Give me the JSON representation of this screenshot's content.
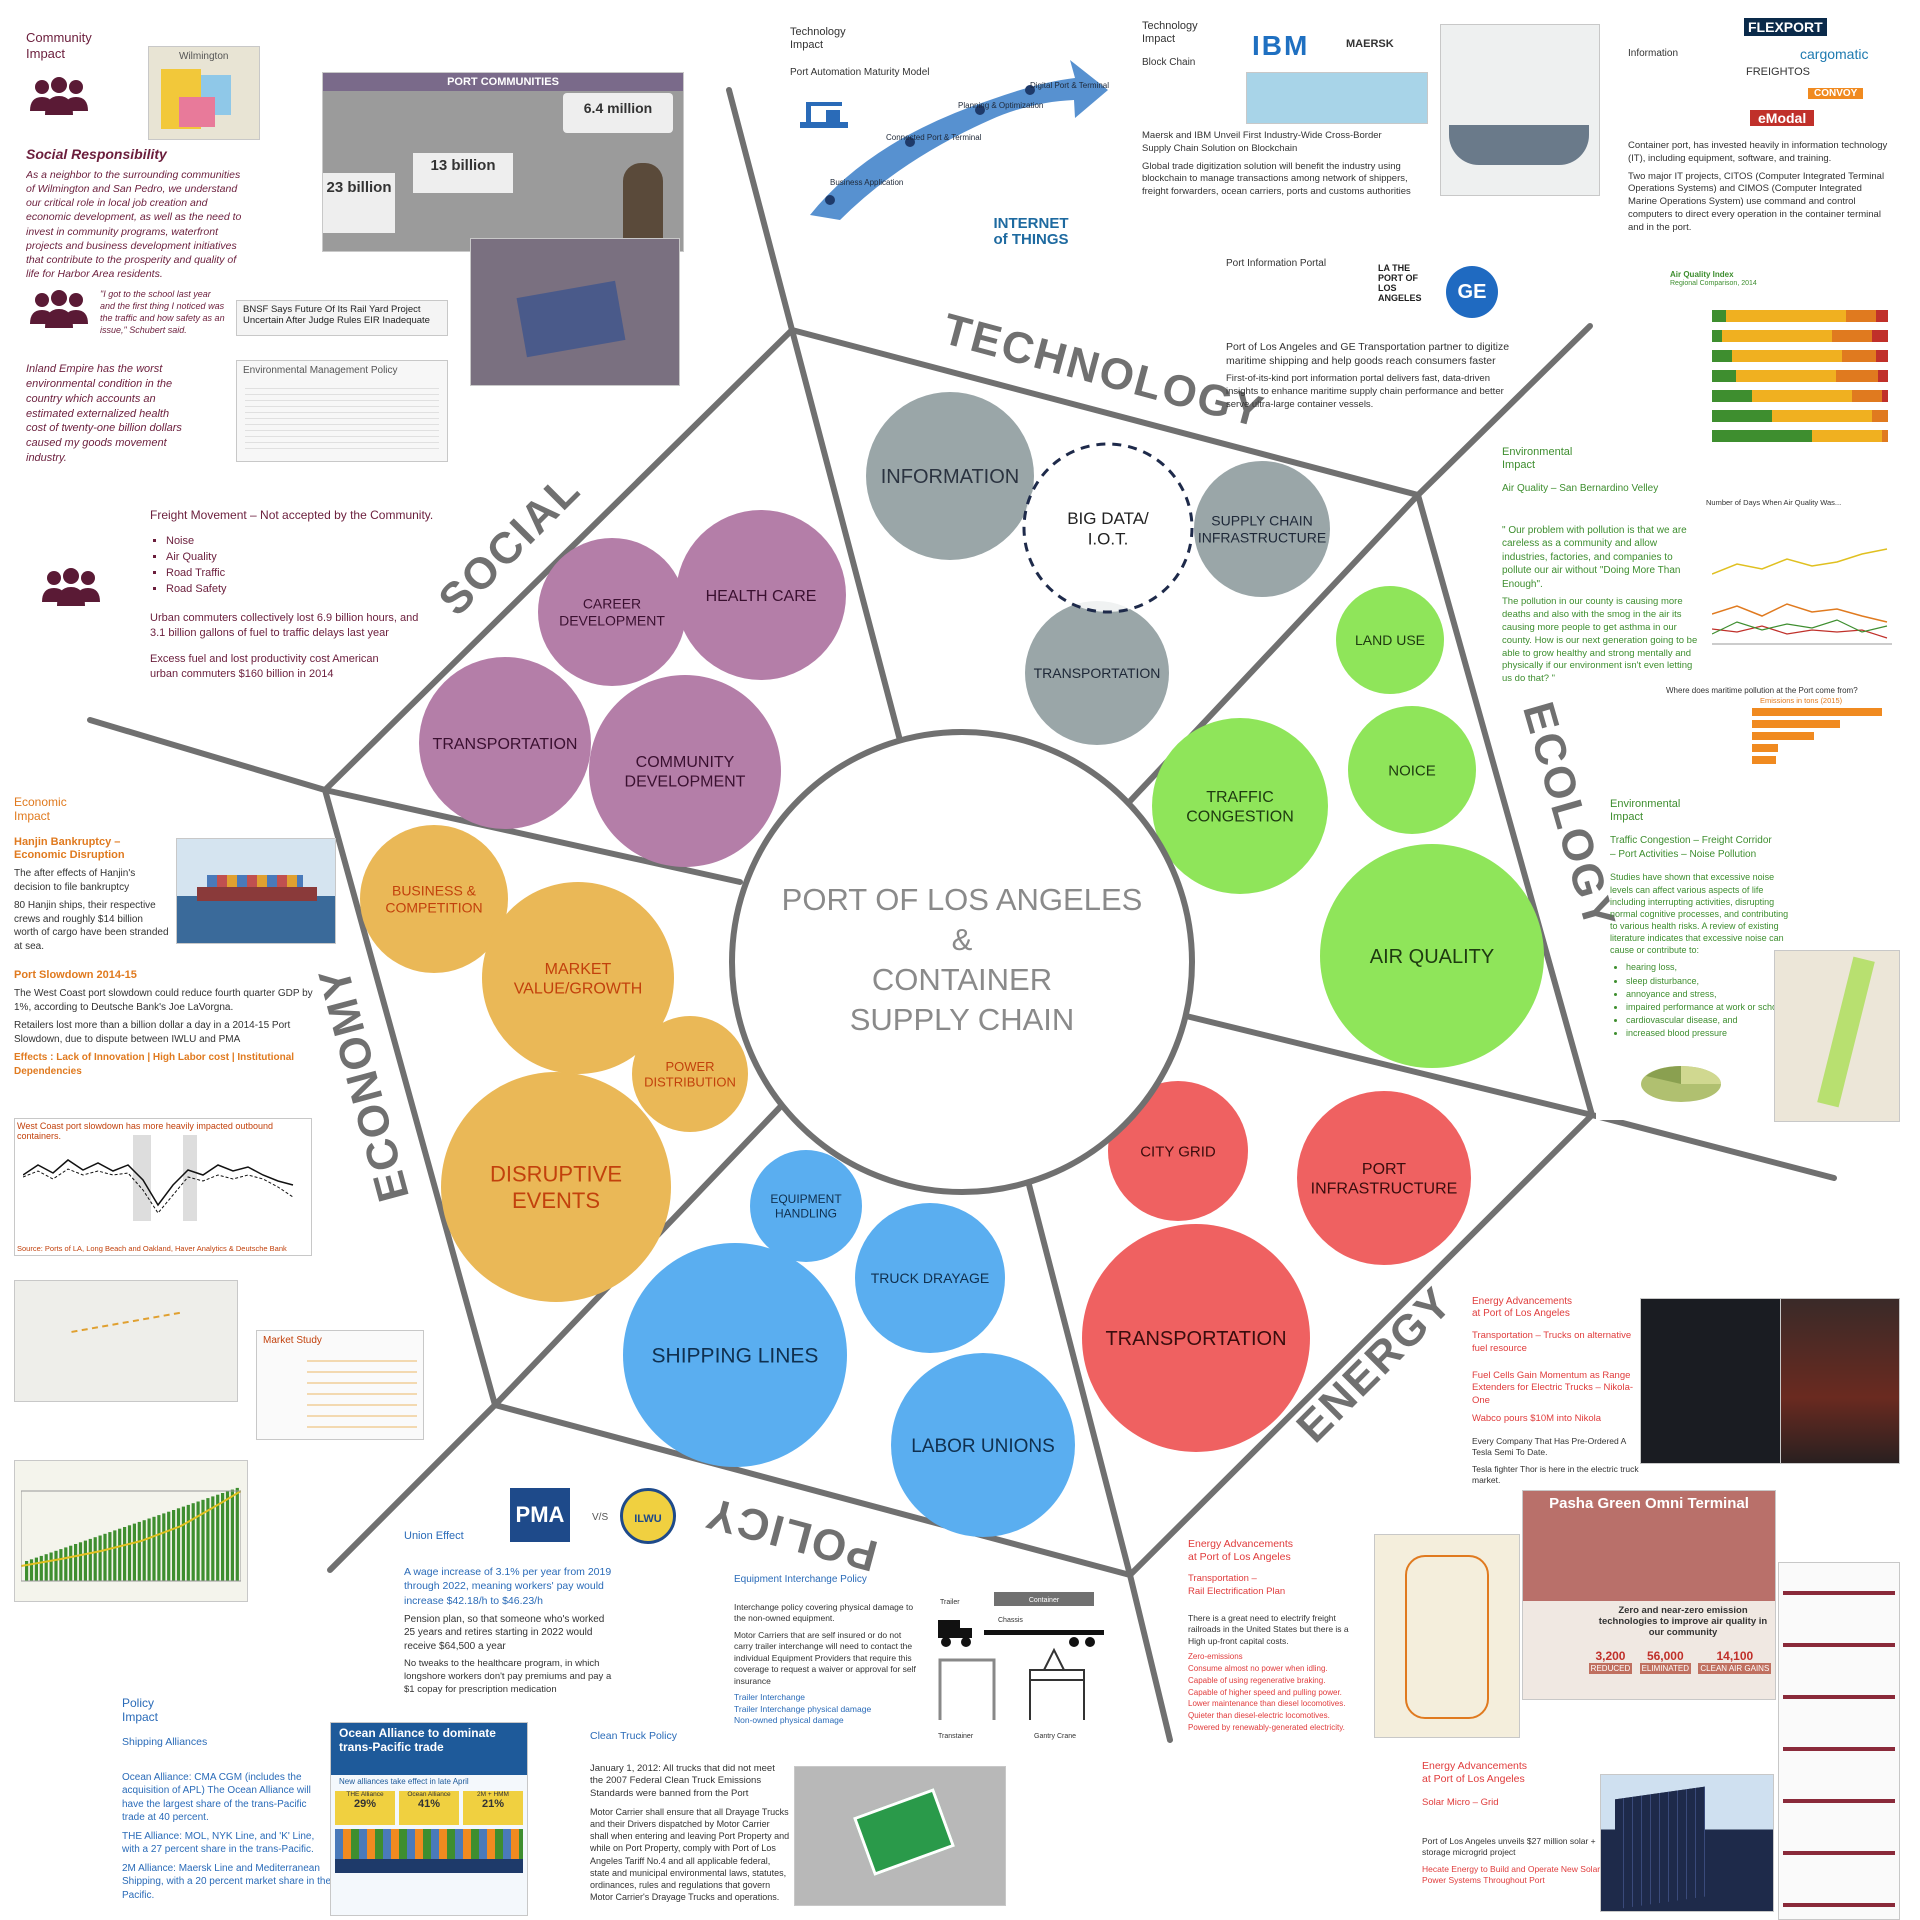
{
  "center": {
    "lines": [
      "PORT OF LOS ANGELES",
      "&",
      "CONTAINER",
      "SUPPLY CHAIN"
    ]
  },
  "sectors": {
    "technology": "TECHNOLOGY",
    "ecology": "ECOLOGY",
    "energy": "ENERGY",
    "policy": "POLICY",
    "economy": "ECONOMY",
    "social": "SOCIAL"
  },
  "bubbles": [
    {
      "id": "information",
      "lines": [
        "INFORMATION"
      ],
      "color": "#9aa6a8",
      "text_color": "#2b3340",
      "size": 20
    },
    {
      "id": "big-data",
      "lines": [
        "BIG DATA/",
        "I.O.T."
      ],
      "color": "#ffffff",
      "text_color": "#222222",
      "size": 17,
      "dashed": true
    },
    {
      "id": "supply-chain-infrastructure",
      "lines": [
        "SUPPLY CHAIN",
        "INFRASTRUCTURE"
      ],
      "color": "#9aa6a8",
      "text_color": "#1e2838",
      "size": 14
    },
    {
      "id": "transportation-tech",
      "lines": [
        "TRANSPORTATION"
      ],
      "color": "#9aa6a8",
      "text_color": "#1e2838",
      "size": 14
    },
    {
      "id": "land-use",
      "lines": [
        "LAND USE"
      ],
      "color": "#8fe55a",
      "text_color": "#1e3a10",
      "size": 14
    },
    {
      "id": "noice",
      "lines": [
        "NOICE"
      ],
      "color": "#8fe55a",
      "text_color": "#1e3a10",
      "size": 15
    },
    {
      "id": "traffic-congestion",
      "lines": [
        "TRAFFIC",
        "CONGESTION"
      ],
      "color": "#8fe55a",
      "text_color": "#1e3a10",
      "size": 16
    },
    {
      "id": "air-quality",
      "lines": [
        "AIR QUALITY"
      ],
      "color": "#8fe55a",
      "text_color": "#1e3a10",
      "size": 20
    },
    {
      "id": "city-grid",
      "lines": [
        "CITY GRID"
      ],
      "color": "#ef6161",
      "text_color": "#3a0d0d",
      "size": 15
    },
    {
      "id": "port-infrastructure",
      "lines": [
        "PORT",
        "INFRASTRUCTURE"
      ],
      "color": "#ef6161",
      "text_color": "#3a0d0d",
      "size": 16
    },
    {
      "id": "transportation-energy",
      "lines": [
        "TRANSPORTATION"
      ],
      "color": "#ef6161",
      "text_color": "#3a0d0d",
      "size": 20
    },
    {
      "id": "equipment-handling",
      "lines": [
        "EQUIPMENT",
        "HANDLING"
      ],
      "color": "#5aaef0",
      "text_color": "#10304f",
      "size": 12
    },
    {
      "id": "truck-drayage",
      "lines": [
        "TRUCK DRAYAGE"
      ],
      "color": "#5aaef0",
      "text_color": "#10304f",
      "size": 14
    },
    {
      "id": "shipping-lines",
      "lines": [
        "SHIPPING LINES"
      ],
      "color": "#5aaef0",
      "text_color": "#10304f",
      "size": 21
    },
    {
      "id": "labor-unions",
      "lines": [
        "LABOR UNIONS"
      ],
      "color": "#5aaef0",
      "text_color": "#10304f",
      "size": 19
    },
    {
      "id": "business-competition",
      "lines": [
        "BUSINESS &",
        "COMPETITION"
      ],
      "color": "#eab857",
      "text_color": "#c2410c",
      "size": 14
    },
    {
      "id": "market-value",
      "lines": [
        "MARKET",
        "VALUE/GROWTH"
      ],
      "color": "#eab857",
      "text_color": "#c2410c",
      "size": 16
    },
    {
      "id": "power-distribution",
      "lines": [
        "POWER",
        "DISTRIBUTION"
      ],
      "color": "#eab857",
      "text_color": "#c2410c",
      "size": 13
    },
    {
      "id": "disruptive-events",
      "lines": [
        "DISRUPTIVE",
        "EVENTS"
      ],
      "color": "#eab857",
      "text_color": "#c2410c",
      "size": 22
    },
    {
      "id": "career-development",
      "lines": [
        "CAREER",
        "DEVELOPMENT"
      ],
      "color": "#b47ea8",
      "text_color": "#3a1030",
      "size": 14
    },
    {
      "id": "health-care",
      "lines": [
        "HEALTH CARE"
      ],
      "color": "#b47ea8",
      "text_color": "#3a1030",
      "size": 16
    },
    {
      "id": "transportation-social",
      "lines": [
        "TRANSPORTATION"
      ],
      "color": "#b47ea8",
      "text_color": "#3a1030",
      "size": 16
    },
    {
      "id": "community-development",
      "lines": [
        "COMMUNITY",
        "DEVELOPMENT"
      ],
      "color": "#b47ea8",
      "text_color": "#3a1030",
      "size": 16
    }
  ],
  "panels": {
    "community": {
      "title": "Community\nImpact",
      "place": "Wilmington",
      "heading": "Social Responsibility",
      "body": "As a neighbor to the surrounding communities of Wilmington and San Pedro, we understand our critical role in local job creation and economic development, as well as the need to invest in community programs, waterfront projects and business development initiatives that contribute to the prosperity and quality of life for Harbor Area residents.",
      "quote": "\"I got to the school last year and the first thing I noticed was the traffic and how safety as an issue,\" Schubert said.",
      "inland": "Inland Empire has the worst environmental condition in the country which accounts an estimated externalized health cost of twenty-one billion dollars caused my goods movement industry.",
      "port_communities": "PORT COMMUNITIES",
      "port_stat_1": "6.4 million",
      "port_stat_2": "13 billion",
      "port_stat_3": "23 billion",
      "headline": "BNSF Says Future Of Its Rail Yard Project Uncertain After Judge Rules EIR Inadequate",
      "policy_title": "Environmental Management Policy"
    },
    "freight": {
      "title": "Freight Movement – Not accepted by the Community.",
      "items": [
        "Noise",
        "Air Quality",
        "Road Traffic",
        "Road Safety"
      ],
      "line1": "Urban commuters collectively lost 6.9 billion hours, and 3.1 billion gallons of fuel to traffic delays last year",
      "line2": "Excess fuel and lost productivity cost American urban commuters $160 billion in 2014"
    },
    "economic": {
      "title": "Economic\nImpact",
      "h1": "Hanjin Bankruptcy –\nEconomic Disruption",
      "p1": "The after effects of Hanjin's decision to file bankruptcy",
      "p2": "80 Hanjin ships, their respective crews and roughly $14 billion worth of cargo have been stranded at sea.",
      "h2": "Port Slowdown 2014-15",
      "p3": "The West Coast port slowdown could reduce fourth quarter GDP by 1%, according to Deutsche Bank's Joe LaVorgna.",
      "p4": "Retailers lost more than a billion dollar a day in a 2014-15 Port Slowdown, due to dispute between IWLU and PMA",
      "effects": "Effects : Lack of Innovation | High Labor cost | Institutional Dependencies",
      "chart_title": "West Coast port slowdown has more heavily impacted outbound containers.",
      "chart_source": "Source: Ports of LA, Long Beach and Oakland, Haver Analytics & Deutsche Bank",
      "market_study": "Market Study"
    },
    "tech1": {
      "title": "Technology\nImpact",
      "sub": "Port Automation Maturity Model",
      "stages": [
        "Business Application",
        "Connected Port & Terminal",
        "Planning & Optimization",
        "Digital Port & Terminal"
      ],
      "iot": "INTERNET of THINGS"
    },
    "tech2": {
      "title": "Technology\nImpact",
      "sub": "Block Chain",
      "body1": "Maersk and IBM Unveil First Industry-Wide Cross-Border Supply Chain Solution on Blockchain",
      "body2": "Global trade digitization solution will benefit the industry using blockchain to manage transactions among network of shippers, freight forwarders, ocean carriers, ports and customs authorities",
      "portal": "Port Information Portal",
      "portal_body": "Port of Los Angeles and GE Transportation partner to digitize maritime shipping and help goods reach consumers faster",
      "portal_body2": "First-of-its-kind port information portal delivers fast, data-driven insights to enhance maritime supply chain performance and better serve ultra-large container vessels.",
      "logos": [
        "IBM",
        "MAERSK",
        "LA THE PORT OF LOS ANGELES",
        "GE"
      ]
    },
    "information": {
      "title": "Information",
      "body1": "Container port, has invested heavily in information technology (IT), including equipment, software, and training.",
      "body2": "Two major IT projects, CITOS (Computer Integrated Terminal Operations Systems) and CIMOS (Computer Integrated Marine Operations System) use command and control computers to direct every operation in the container terminal and in the port.",
      "logos": [
        "FLEXPORT",
        "cargomatic",
        "FREIGHTOS",
        "CONVOY",
        "eModal"
      ]
    },
    "env1": {
      "title": "Environmental\nImpact",
      "sub": "Air Quality – San Bernardino Velley",
      "quote": "\" Our problem with pollution is that we are careless as a community and allow industries, factories, and companies to pollute our air without \"Doing More Than Enough\".",
      "body": "The pollution in our county is causing more deaths and also with the smog in the air its causing more people to get asthma in our county. How is our next generation going to be able to grow healthy and strong mentally and physically if our environment isn't even letting us do that? \"",
      "aq_title": "Air Quality Index",
      "aq_sub": "Regional Comparison, 2014",
      "chart2_title": "Number of Days When Air Quality Was...",
      "pollution_title": "Where does maritime pollution at the Port come from?",
      "pollution_sub": "Emissions in tons (2015)"
    },
    "env2": {
      "title": "Environmental\nImpact",
      "sub": "Traffic Congestion – Freight Corridor\n– Port Activities – Noise Pollution",
      "body": "Studies have shown that excessive noise levels can affect various aspects of life including interrupting activities, disrupting normal cognitive processes, and contributing to various health risks. A review of existing literature indicates that excessive noise can cause or contribute to:",
      "items": [
        "hearing loss,",
        "sleep disturbance,",
        "annoyance and stress,",
        "impaired performance at work or school,",
        "cardiovascular disease, and",
        "increased blood pressure"
      ]
    },
    "energy1": {
      "title": "Energy Advancements\nat Port of Los Angeles",
      "sub": "Transportation – Trucks on alternative fuel resource",
      "l1": "Fuel Cells Gain Momentum as Range Extenders for Electric Trucks – Nikola-One",
      "l2": "Wabco pours $10M into Nikola",
      "l3": "Every Company That Has Pre-Ordered A Tesla Semi To Date.",
      "l4": "Tesla fighter Thor is here in the electric truck market."
    },
    "energy2": {
      "title": "Energy Advancements\nat Port of Los Angeles",
      "sub": "Transportation –\nRail Electrification Plan",
      "body": "There is a great need to electrify freight railroads in the United States but there is a High up-front capital costs.",
      "items": [
        "Zero-emissions",
        "Consume almost no power when idling.",
        "Capable of using regenerative braking.",
        "Capable of higher speed and pulling power.",
        "Lower maintenance than diesel locomotives.",
        "Quieter than diesel-electric locomotives.",
        "Powered by renewably-generated electricity."
      ],
      "pasha": "Pasha Green Omni Terminal",
      "pasha_body": "Zero and near-zero emission technologies to improve air quality in our community",
      "pasha_stats": [
        "3,200",
        "56,000",
        "14,100"
      ],
      "pasha_labels": [
        "REDUCED",
        "ELIMINATED",
        "CLEAN AIR GAINS"
      ]
    },
    "energy3": {
      "title": "Energy Advancements\nat Port of Los Angeles",
      "sub": "Solar Micro – Grid",
      "l1": "Port of Los Angeles unveils $27 million solar + storage microgrid project",
      "l2": "Hecate Energy to Build and Operate New Solar Power Systems Throughout Port"
    },
    "union": {
      "title": "Union Effect",
      "p1": "A wage increase of 3.1% per year from 2019 through 2022, meaning workers' pay would increase $42.18/h to $46.23/h",
      "p2": "Pension plan, so that someone who's worked 25 years and retires starting in 2022 would receive $64,500 a year",
      "p3": "No tweaks to the healthcare program, in which longshore workers don't pay premiums and pay a $1 copay for prescription medication",
      "vs": "V/S",
      "logos": [
        "PMA",
        "ILWU"
      ]
    },
    "equipment": {
      "title": "Equipment Interchange Policy",
      "p1": "Interchange policy covering physical damage to the non-owned equipment.",
      "p2": "Motor Carriers that are self insured or do not carry trailer interchange will need to contact the individual Equipment Providers that require this coverage to request a waiver or approval for self insurance",
      "p3": "Trailer Interchange\nTrailer Interchange physical damage\nNon-owned physical damage",
      "labels": [
        "Trailer",
        "Container",
        "Chassis",
        "Transtainer",
        "Gantry Crane"
      ]
    },
    "policy": {
      "title": "Policy\nImpact",
      "sub": "Shipping Alliances",
      "p1": "Ocean Alliance: CMA CGM (includes the acquisition of APL) The Ocean Alliance will have the largest share of the trans-Pacific trade at 40 percent.",
      "p2": "THE Alliance: MOL, NYK Line, and 'K' Line, with a 27 percent share in the trans-Pacific.",
      "p3": "2M Alliance: Maersk Line and Mediterranean Shipping, with a 20 percent market share in the Pacific.",
      "ocean_title": "Ocean Alliance to dominate trans-Pacific trade",
      "ocean_sub": "New alliances take effect in late April",
      "ocean_pcts": [
        "29%",
        "41%",
        "21%"
      ],
      "ocean_names": [
        "THE Alliance",
        "Ocean Alliance",
        "2M + HMM"
      ]
    },
    "clean": {
      "title": "Clean Truck Policy",
      "p1": "January 1, 2012: All trucks that did not meet the 2007 Federal Clean Truck Emissions Standards were banned from the Port",
      "p2": "Motor Carrier shall ensure that all Drayage Trucks and their Drivers dispatched by Motor Carrier shall when entering and leaving Port Property and while on Port Property, comply with Port of Los Angeles Tariff No.4 and all applicable federal, state and municipal environmental laws, statutes, ordinances, rules and regulations that govern Motor Carrier's Drayage Trucks and operations."
    }
  }
}
